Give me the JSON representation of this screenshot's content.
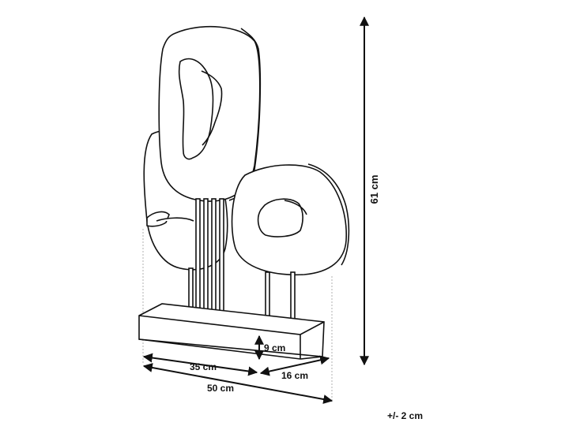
{
  "dimensions": {
    "height": "61 cm",
    "base_height": "9 cm",
    "length": "35 cm",
    "depth": "16 cm",
    "width": "50 cm",
    "tolerance": "+/- 2 cm"
  },
  "colors": {
    "line": "#111111",
    "background": "#ffffff",
    "guide": "#b0b0b0"
  }
}
